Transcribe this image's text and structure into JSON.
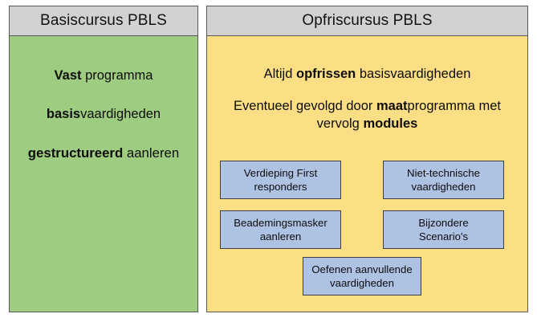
{
  "diagram": {
    "colors": {
      "header_bg": "#d2d2d2",
      "left_panel_bg": "#9ecc80",
      "right_panel_bg": "#fcde84",
      "subbox_bg": "#aec2e4",
      "border": "#58585a",
      "subbox_border": "#3f3f41",
      "text": "#0d0d0d",
      "page_bg": "#ffffff"
    },
    "left_column": {
      "header": "Basiscursus PBLS",
      "lines": [
        {
          "bold_prefix": "Vast",
          "rest": " programma"
        },
        {
          "bold_prefix": "basis",
          "rest": "vaardigheden"
        },
        {
          "bold_prefix": "gestructureerd",
          "rest": " aanleren"
        }
      ]
    },
    "right_column": {
      "header": "Opfriscursus PBLS",
      "paragraphs": [
        {
          "id": "altijd-opfrissen",
          "pre": "Altijd ",
          "bold": "opfrissen",
          "post": " basisvaardigheden"
        },
        {
          "id": "eventueel-gevolgd",
          "pre": "Eventueel gevolgd door ",
          "bold": "maat",
          "mid": "programma met vervolg ",
          "bold2": "modules",
          "post": ""
        }
      ],
      "subboxes": [
        {
          "id": "verdieping-first-responders",
          "line1": "Verdieping First",
          "line2": "responders"
        },
        {
          "id": "niet-technische-vaardigheden",
          "line1": "Niet-technische",
          "line2": "vaardigheden"
        },
        {
          "id": "beademingsmasker-aanleren",
          "line1": "Beademingsmasker",
          "line2": "aanleren"
        },
        {
          "id": "bijzondere-scenarios",
          "line1": "Bijzondere",
          "line2": "Scenario's"
        },
        {
          "id": "oefenen-aanvullende-vaardigheden",
          "line1": "Oefenen aanvullende",
          "line2": "vaardigheden"
        }
      ]
    }
  }
}
